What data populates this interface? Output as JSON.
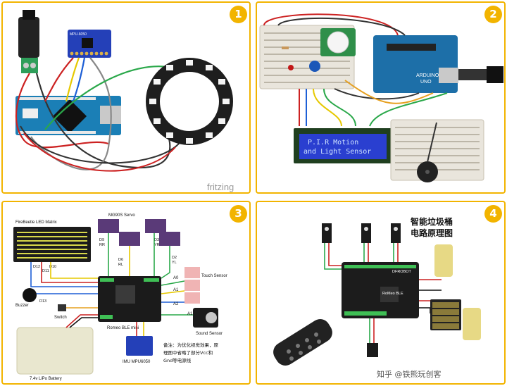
{
  "panels": [
    {
      "number": "1",
      "watermark": "fritzing",
      "module_label": "MPU-6050"
    },
    {
      "number": "2",
      "lcd_line1": "P.I.R Motion",
      "lcd_line2": "and Light Sensor",
      "arduino_label": "UNO",
      "arduino_brand": "ARDUINO"
    },
    {
      "number": "3",
      "labels": {
        "matrix": "FireBeetle LED Matrix",
        "servo": "MG90S Servo",
        "d9": "D9",
        "rr": "RR",
        "d6": "D6",
        "rl": "RL",
        "d3": "D3",
        "yr": "YR",
        "d2": "D2",
        "yl": "YL",
        "d12": "D12",
        "d11": "D11",
        "d10": "D10",
        "buzzer": "Buzzer",
        "d13": "D13",
        "switch": "Switch",
        "a0": "A0",
        "a1": "A1",
        "a2": "A2",
        "a1b": "A1",
        "touch": "Touch Sensor",
        "sound": "Sound Sensor",
        "romeo": "Romeo BLE mini",
        "imu": "IMU MPU6050",
        "battery": "7.4v LiPo Battery",
        "note_line1": "备注：为优化视觉效果，原",
        "note_line2": "理图中省略了部分Vcc和",
        "note_line3": "Gnd等电源线"
      }
    },
    {
      "number": "4",
      "title_line1": "智能垃圾桶",
      "title_line2": "电路原理图",
      "board_brand": "DFROBOT",
      "board_name": "RoMeo BLE",
      "watermark": "知乎 @铁熊玩创客"
    }
  ],
  "colors": {
    "accent": "#f2b400"
  }
}
